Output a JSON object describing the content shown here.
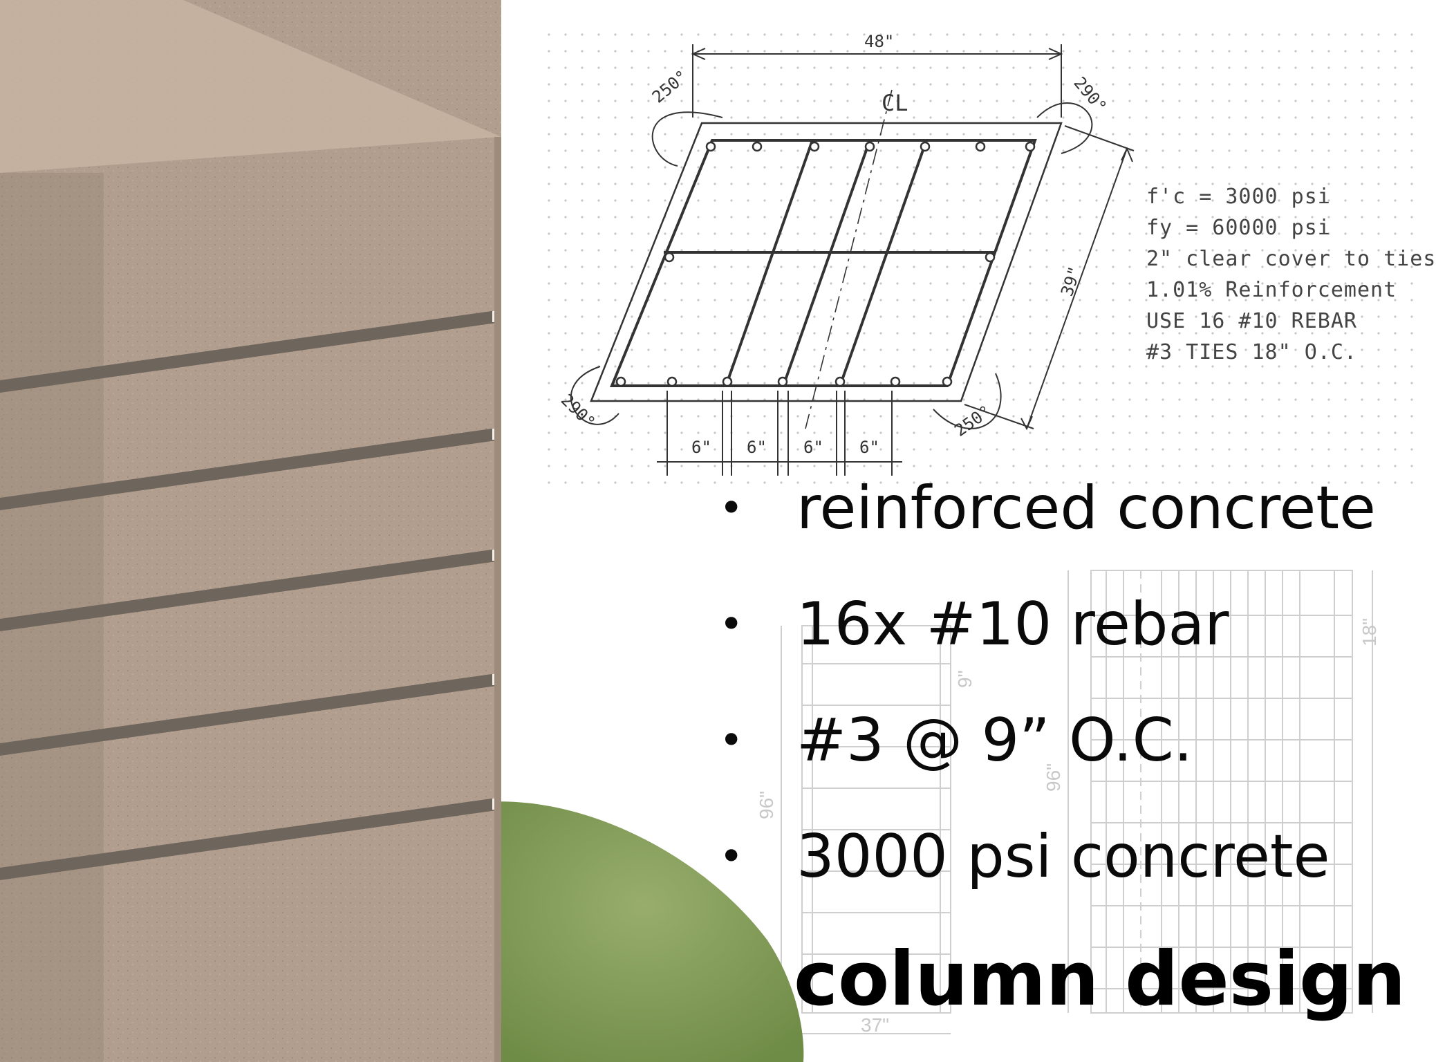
{
  "section_detail": {
    "width_dim": "48\"",
    "depth_dim": "39\"",
    "centerline": "CL",
    "angle_top_left": "250°",
    "angle_top_right": "290°",
    "angle_bottom_left": "290°",
    "angle_bottom_right": "250°",
    "spacing_dims": [
      "6\"",
      "6\"",
      "6\"",
      "6\""
    ]
  },
  "design_notes": [
    "f'c = 3000 psi",
    "fy = 60000 psi",
    "2\" clear cover to ties",
    "1.01% Reinforcement",
    "USE 16 #10 REBAR",
    "#3 TIES 18\" O.C."
  ],
  "elevation_drawing": {
    "height_left": "96\"",
    "height_right": "96\"",
    "width_bottom": "37\"",
    "tie_spacing_left": "9\"",
    "tie_spacing_right": "18\""
  },
  "bullets": [
    "reinforced concrete",
    "16x #10 rebar",
    "#3 @ 9” O.C.",
    "3000 psi concrete"
  ],
  "bullet_glyph": "•",
  "title": "column design",
  "colors": {
    "concrete": "#b29e8e",
    "concrete_shadow": "#8c7d70",
    "grass": "#7f9a55",
    "line": "#333333"
  }
}
